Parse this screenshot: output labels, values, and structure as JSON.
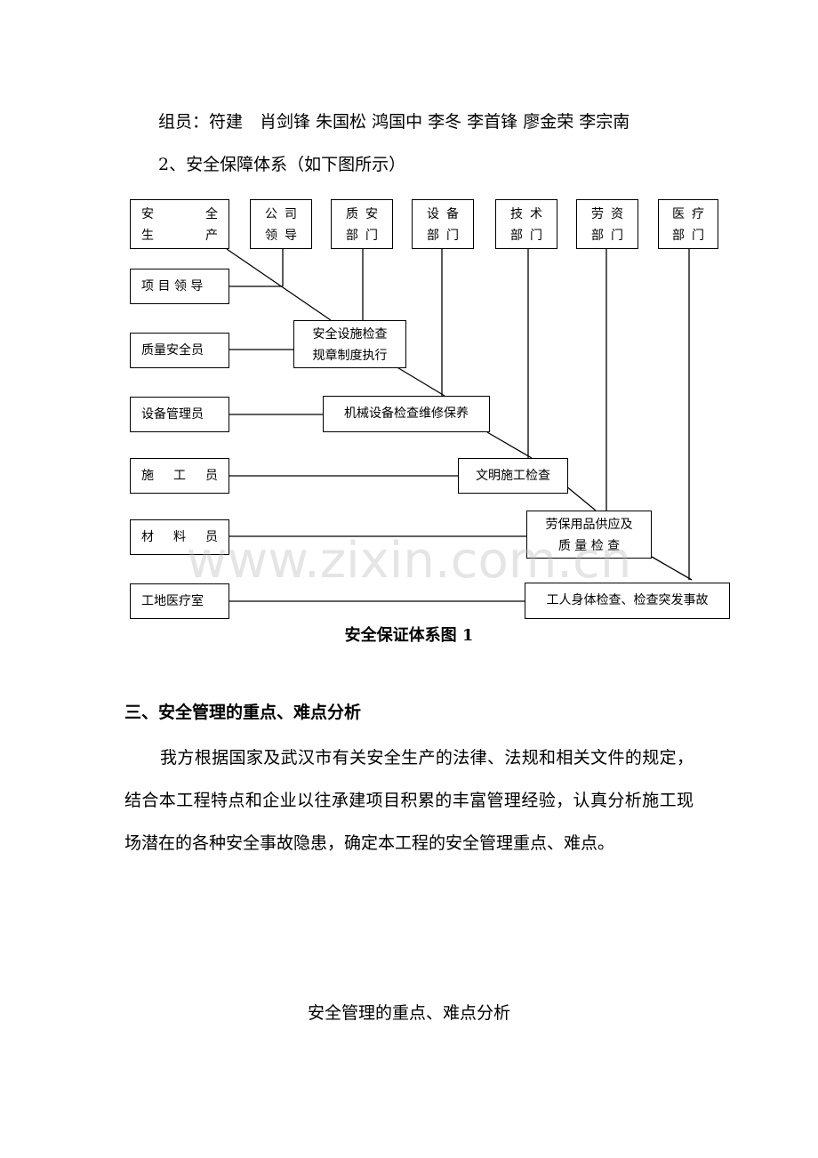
{
  "members": "组员：符建　肖剑锋 朱国松 鸿国中 李冬 李首锋 廖金荣 李宗南",
  "subheading": "2、安全保障体系（如下图所示）",
  "diagram": {
    "top_boxes": [
      {
        "line1": [
          "安",
          "全"
        ],
        "line2": [
          "生",
          "产"
        ]
      },
      {
        "line1": [
          "公",
          "司"
        ],
        "line2": [
          "领",
          "导"
        ]
      },
      {
        "line1": [
          "质",
          "安"
        ],
        "line2": [
          "部",
          "门"
        ]
      },
      {
        "line1": [
          "设",
          "备"
        ],
        "line2": [
          "部",
          "门"
        ]
      },
      {
        "line1": [
          "技",
          "术"
        ],
        "line2": [
          "部",
          "门"
        ]
      },
      {
        "line1": [
          "劳",
          "资"
        ],
        "line2": [
          "部",
          "门"
        ]
      },
      {
        "line1": [
          "医",
          "疗"
        ],
        "line2": [
          "部",
          "门"
        ]
      }
    ],
    "left_boxes": [
      "项 目 领 导",
      "质量安全员",
      "设备管理员",
      [
        "施",
        "工",
        "员"
      ],
      [
        "材",
        "料",
        "员"
      ],
      "工地医疗室"
    ],
    "mid_boxes": [
      {
        "line1": "安全设施检查",
        "line2": "规章制度执行"
      },
      {
        "line1": "机械设备检查维修保养"
      },
      {
        "line1": "文明施工检查"
      },
      {
        "line1": "劳保用品供应及",
        "line2": "质 量 检 查"
      },
      {
        "line1": "工人身体检查、检查突发事故"
      }
    ]
  },
  "caption": "安全保证体系图 1",
  "watermark": "www.zixin.com.cn",
  "section_title": "三、安全管理的重点、难点分析",
  "paragraph": "我方根据国家及武汉市有关安全生产的法律、法规和相关文件的规定，结合本工程特点和企业以往承建项目积累的丰富管理经验，认真分析施工现场潜在的各种安全事故隐患，确定本工程的安全管理重点、难点。",
  "footer_title": "安全管理的重点、难点分析"
}
